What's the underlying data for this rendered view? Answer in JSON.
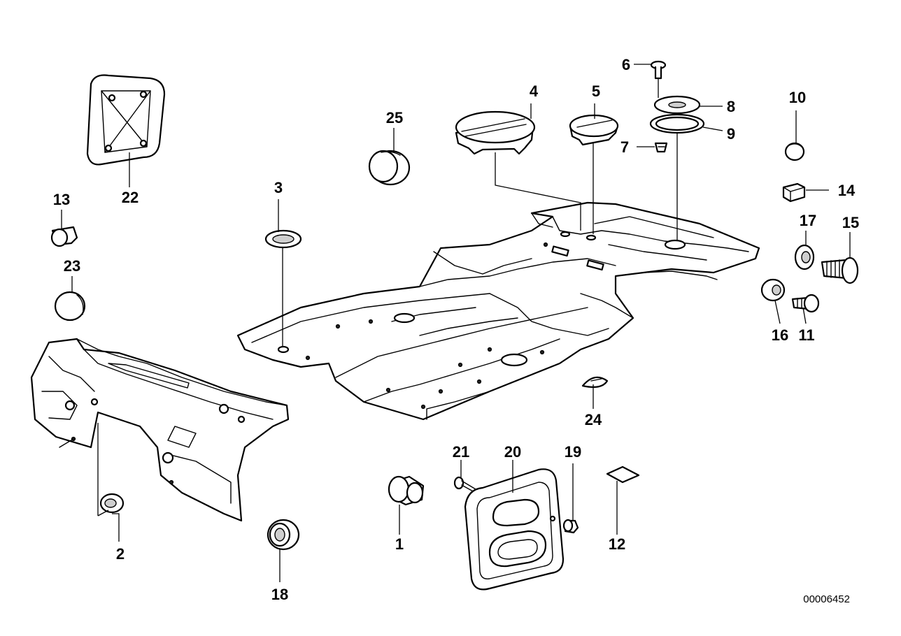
{
  "diagram": {
    "reference_number": "00006452",
    "callouts": {
      "c1": "1",
      "c2": "2",
      "c3": "3",
      "c4": "4",
      "c5": "5",
      "c6": "6",
      "c7": "7",
      "c8": "8",
      "c9": "9",
      "c10": "10",
      "c11": "11",
      "c12": "12",
      "c13": "13",
      "c14": "14",
      "c15": "15",
      "c16": "16",
      "c17": "17",
      "c18": "18",
      "c19": "19",
      "c20": "20",
      "c21": "21",
      "c22": "22",
      "c23": "23",
      "c24": "24",
      "c25": "25"
    }
  }
}
